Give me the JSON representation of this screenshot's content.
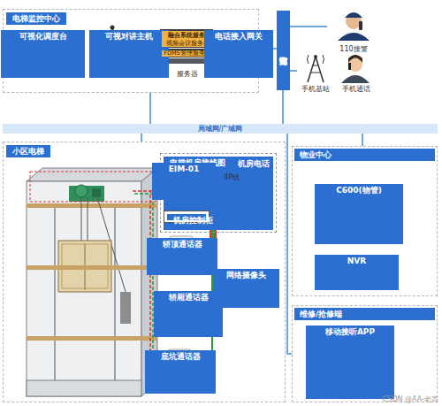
{
  "diagram": {
    "nodes": [
      {
        "text": [
          "电梯监控中心"
        ]
      },
      {
        "text": [
          "可视化调度台"
        ],
        "in": 0
      },
      {
        "text": [
          "可视对讲主机"
        ],
        "in": 0
      },
      {
        "text": [
          "融合系统服务器",
          "视频会议服务器",
          "FDMS管理服务器",
          "服务器"
        ],
        "in": 0
      },
      {
        "text": [
          "电话接入网关"
        ],
        "in": 0
      },
      {
        "text": [
          "电信运营商"
        ]
      },
      {
        "text": [
          "110接警"
        ]
      },
      {
        "text": [
          "手机基站"
        ]
      },
      {
        "text": [
          "手机通话"
        ]
      },
      {
        "text": [
          "局域网/广域网"
        ]
      },
      {
        "text": [
          "小区电梯"
        ]
      },
      {
        "text": [
          "电梯机房接线图"
        ],
        "in": 10
      },
      {
        "text": [
          "EIM-01"
        ],
        "in": 11
      },
      {
        "text": [
          "机房电话"
        ],
        "in": 11
      },
      {
        "text": [
          "机房控制柜"
        ],
        "in": 11
      },
      {
        "text": [
          "轿顶通话器"
        ],
        "in": 10
      },
      {
        "text": [
          "网络摄像头"
        ],
        "in": 10
      },
      {
        "text": [
          "轿厢通话器"
        ],
        "in": 10
      },
      {
        "text": [
          "底坑通话器"
        ],
        "in": 10
      },
      {
        "text": [
          "物业中心"
        ]
      },
      {
        "text": [
          "C600(物管)"
        ],
        "in": 19
      },
      {
        "text": [
          "NVR"
        ],
        "in": 19
      },
      {
        "text": [
          "维修/抢修端"
        ]
      },
      {
        "text": [
          "移动接听APP"
        ],
        "in": 22
      }
    ],
    "edges": [
      {
        "from": 0,
        "to": 9,
        "arrow": "none"
      },
      {
        "from": 0,
        "to": 5,
        "arrow": "none"
      },
      {
        "from": 5,
        "to": 6,
        "arrow": "none"
      },
      {
        "from": 5,
        "to": 7,
        "arrow": "none"
      },
      {
        "from": 5,
        "to": 9,
        "arrow": "none"
      },
      {
        "from": 9,
        "to": 10,
        "arrow": "none"
      },
      {
        "from": 9,
        "to": 19,
        "arrow": "none"
      },
      {
        "from": 9,
        "to": 22,
        "arrow": "none"
      },
      {
        "from": 12,
        "to": 13,
        "label": "4P线",
        "arrow": "none"
      },
      {
        "from": 12,
        "to": 14,
        "arrow": "none"
      },
      {
        "from": 12,
        "to": 15,
        "arrow": "none"
      },
      {
        "from": 12,
        "to": 16,
        "arrow": "none"
      },
      {
        "from": 12,
        "to": 17,
        "arrow": "none"
      },
      {
        "from": 12,
        "to": 18,
        "arrow": "none"
      }
    ],
    "labels": [
      "CSDN @AA-老高"
    ]
  }
}
